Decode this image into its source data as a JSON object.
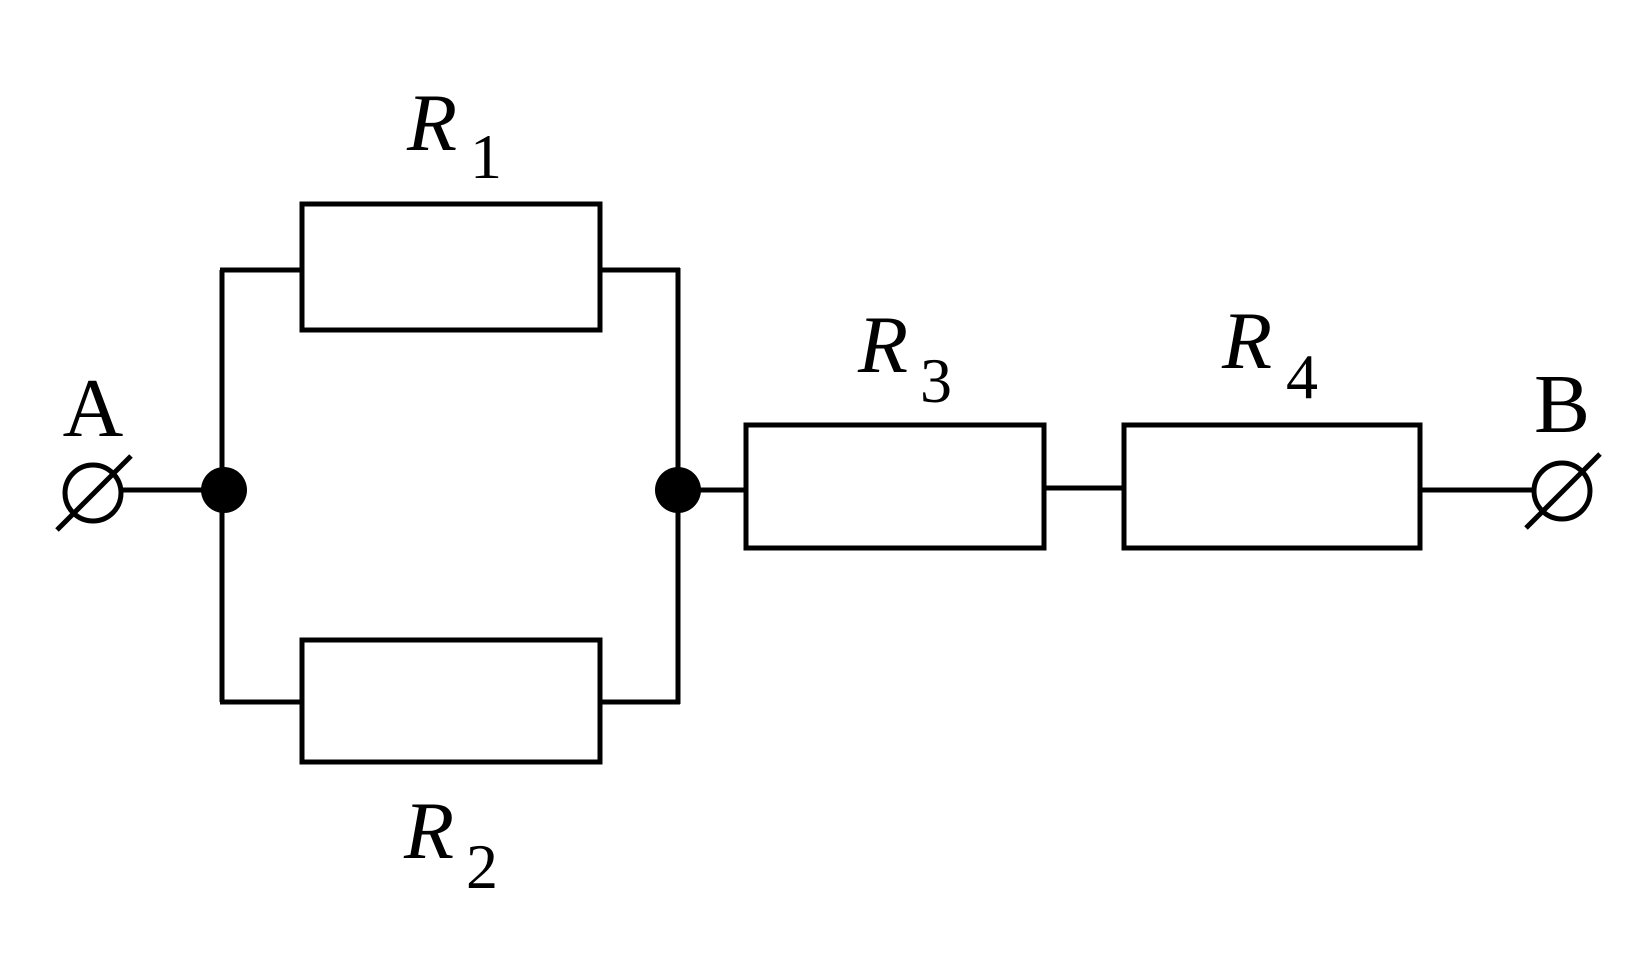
{
  "terminals": {
    "left": "A",
    "right": "B"
  },
  "resistors": [
    {
      "symbol": "R",
      "index": "1"
    },
    {
      "symbol": "R",
      "index": "2"
    },
    {
      "symbol": "R",
      "index": "3"
    },
    {
      "symbol": "R",
      "index": "4"
    }
  ]
}
